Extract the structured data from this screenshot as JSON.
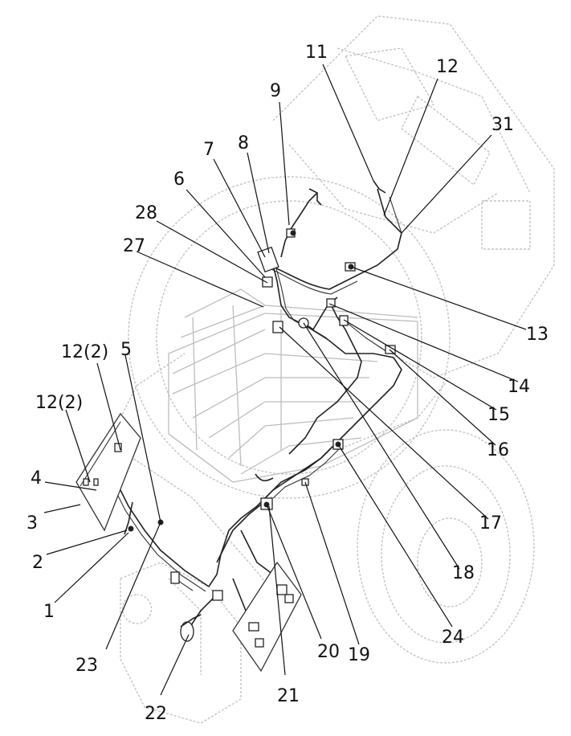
{
  "diagram": {
    "callouts": [
      {
        "id": "c11",
        "text": "11"
      },
      {
        "id": "c12",
        "text": "12"
      },
      {
        "id": "c9",
        "text": "9"
      },
      {
        "id": "c31",
        "text": "31"
      },
      {
        "id": "c7",
        "text": "7"
      },
      {
        "id": "c8",
        "text": "8"
      },
      {
        "id": "c6",
        "text": "6"
      },
      {
        "id": "c28",
        "text": "28"
      },
      {
        "id": "c27",
        "text": "27"
      },
      {
        "id": "c13",
        "text": "13"
      },
      {
        "id": "c12a",
        "text": "12(2)"
      },
      {
        "id": "c5",
        "text": "5"
      },
      {
        "id": "c14",
        "text": "14"
      },
      {
        "id": "c12b",
        "text": "12(2)"
      },
      {
        "id": "c15",
        "text": "15"
      },
      {
        "id": "c4",
        "text": "4"
      },
      {
        "id": "c16",
        "text": "16"
      },
      {
        "id": "c3",
        "text": "3"
      },
      {
        "id": "c17",
        "text": "17"
      },
      {
        "id": "c2",
        "text": "2"
      },
      {
        "id": "c18",
        "text": "18"
      },
      {
        "id": "c1",
        "text": "1"
      },
      {
        "id": "c24",
        "text": "24"
      },
      {
        "id": "c23",
        "text": "23"
      },
      {
        "id": "c20",
        "text": "20"
      },
      {
        "id": "c19",
        "text": "19"
      },
      {
        "id": "c21",
        "text": "21"
      },
      {
        "id": "c22",
        "text": "22"
      }
    ]
  }
}
